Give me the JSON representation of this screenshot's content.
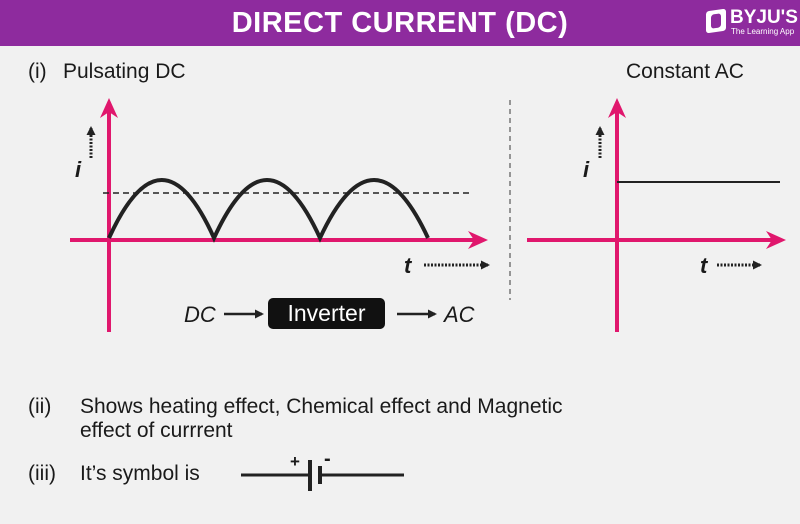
{
  "header": {
    "title": "DIRECT CURRENT (DC)",
    "logo_name": "BYJU'S",
    "logo_tagline": "The Learning App"
  },
  "colors": {
    "header": "#8e2b9e",
    "axis": "#e0176d",
    "curve": "#222222"
  },
  "section_i": {
    "marker": "(i)",
    "label": "Pulsating DC",
    "right_label": "Constant AC",
    "y_axis": "i",
    "x_axis": "t"
  },
  "conversion": {
    "from": "DC",
    "box": "Inverter",
    "to": "AC"
  },
  "section_ii": {
    "marker": "(ii)",
    "line1": "Shows heating effect, Chemical effect and Magnetic",
    "line2": "effect of currrent"
  },
  "section_iii": {
    "marker": "(iii)",
    "text": "It’s symbol is",
    "plus": "+",
    "minus": "-"
  }
}
